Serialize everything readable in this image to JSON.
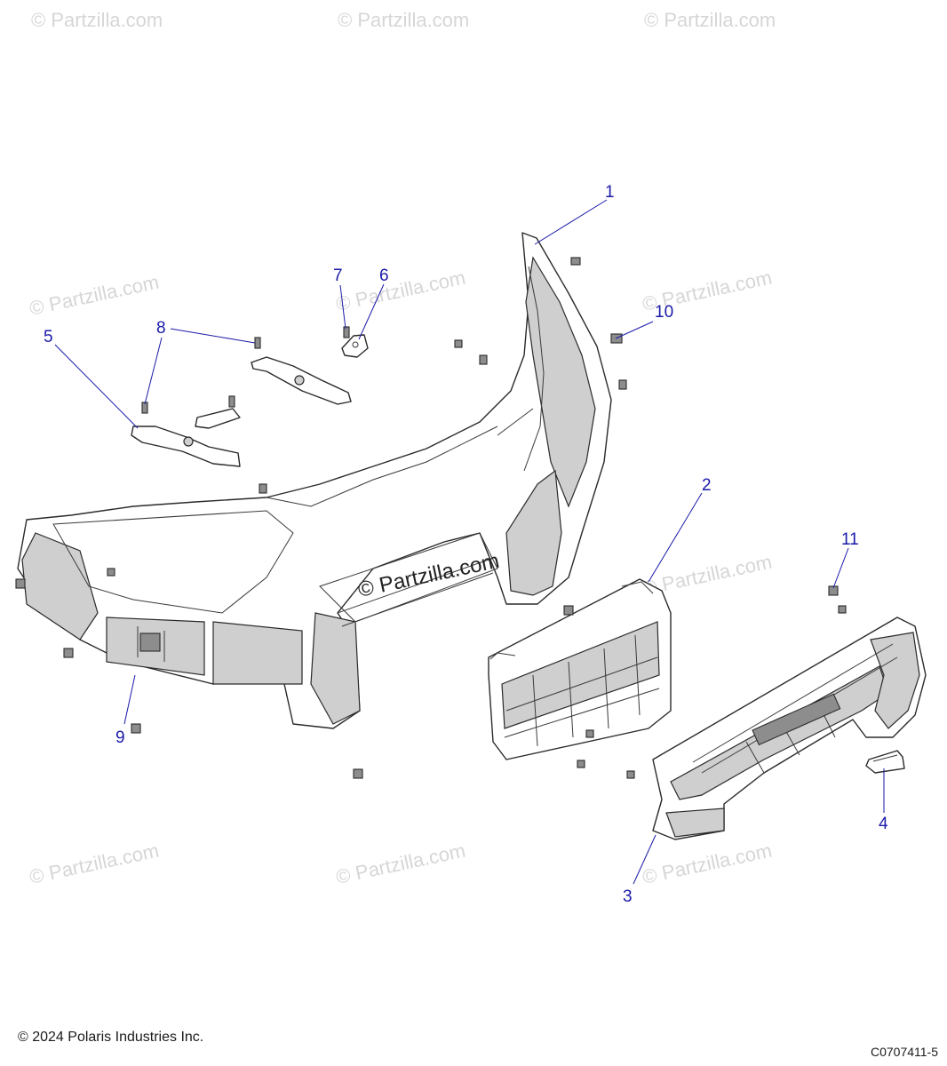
{
  "watermark": "© Partzilla.com",
  "footer": {
    "copyright": "© 2024 Polaris Industries Inc.",
    "diagram_code": "C0707411-5"
  },
  "callouts": [
    "1",
    "2",
    "3",
    "4",
    "5",
    "6",
    "7",
    "8",
    "9",
    "10",
    "11"
  ]
}
